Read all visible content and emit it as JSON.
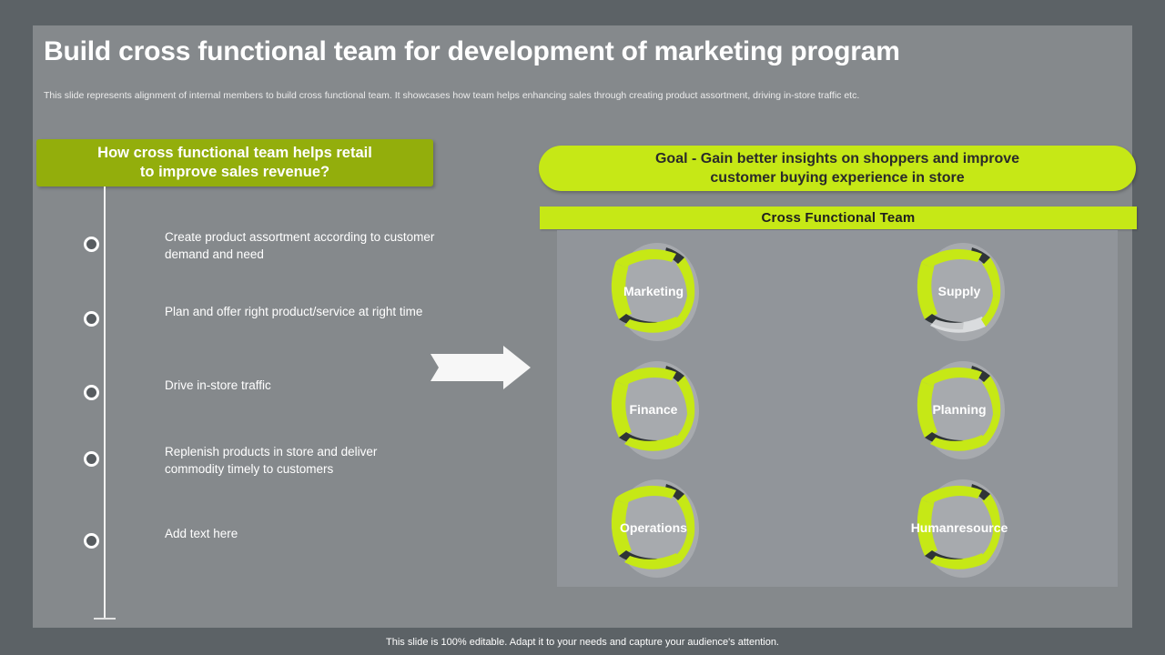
{
  "slide": {
    "title": "Build cross functional team for development of marketing program",
    "subtitle": "This slide represents alignment of internal members to build cross functional team. It showcases how team helps enhancing sales through creating product assortment, driving in-store traffic etc."
  },
  "left_panel": {
    "header": "How cross functional team helps retail to improve sales revenue?",
    "header_line1": "How cross functional team helps retail",
    "header_line2": "to improve sales revenue?",
    "timeline": [
      {
        "text": "Create product assortment according to customer demand and need"
      },
      {
        "text": "Plan and offer right product/service at right time"
      },
      {
        "text": "Drive in-store traffic"
      },
      {
        "text": "Replenish products in store and deliver commodity timely to customers"
      },
      {
        "text": "Add text here"
      }
    ]
  },
  "center": {
    "arrow_icon": "right-arrow-icon"
  },
  "right_panel": {
    "goal": "Goal - Gain better insights on shoppers and improve customer buying experience in store",
    "goal_line1": "Goal - Gain better insights on shoppers and improve",
    "goal_line2": "customer buying experience in store",
    "section_title": "Cross Functional  Team",
    "nodes": [
      {
        "label": "Marketing"
      },
      {
        "label": "Supply"
      },
      {
        "label": "Finance"
      },
      {
        "label": "Planning"
      },
      {
        "label": "Operations"
      },
      {
        "label": "Human resource"
      },
      {
        "label_line1": "Human",
        "label_line2": "resource"
      }
    ]
  },
  "footer": {
    "note": "This slide is 100% editable.  Adapt it to your needs and capture your audience's attention."
  },
  "colors": {
    "page_background": "#5c6266",
    "slide_background": "#85898c",
    "panel_background": "#91959a",
    "accent_green_bright": "#c6e816",
    "accent_green_olive": "#93ae0c",
    "dark_tip": "#2f3437",
    "text_light": "#ffffff",
    "text_dark": "#2a2a2a"
  }
}
